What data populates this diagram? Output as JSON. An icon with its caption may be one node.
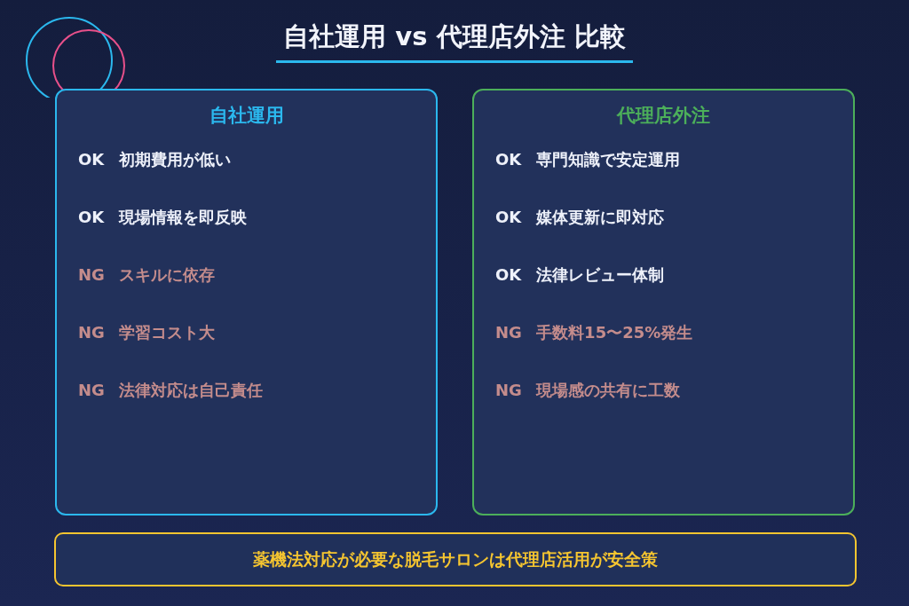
{
  "diagram": {
    "title": "自社運用 vs 代理店外注 比較",
    "nodes": [
      {
        "text": [
          "自社運用",
          "OK 初期費用が低い",
          "OK 現場情報を即反映",
          "NG スキルに依存",
          "NG 学習コスト大",
          "NG 法律対応は自己責任"
        ]
      },
      {
        "text": [
          "代理店外注",
          "OK 専門知識で安定運用",
          "OK 媒体更新に即対応",
          "OK 法律レビュー体制",
          "NG 手数料15〜25%発生",
          "NG 現場感の共有に工数"
        ]
      },
      {
        "text": [
          "薬機法対応が必要な脱毛サロンは代理店活用が安全策"
        ]
      }
    ],
    "edges": []
  }
}
